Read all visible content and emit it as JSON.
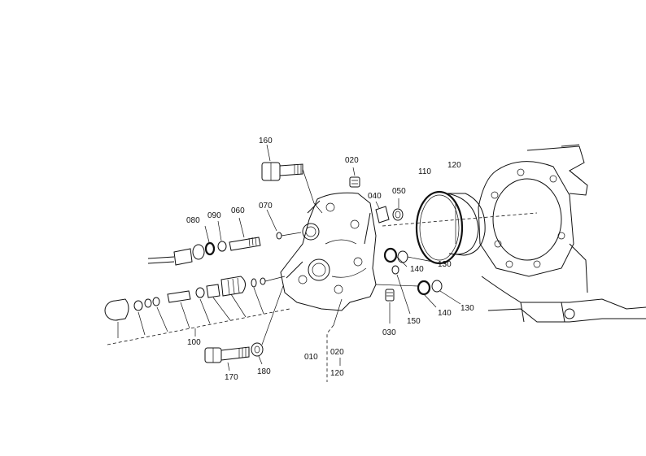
{
  "diagram": {
    "labels": {
      "p160": "160",
      "p020a": "020",
      "p040": "040",
      "p050": "050",
      "p110": "110",
      "p120a": "120",
      "p080": "080",
      "p090": "090",
      "p060": "060",
      "p070": "070",
      "p140a": "140",
      "p130a": "130",
      "p150": "150",
      "p140b": "140",
      "p130b": "130",
      "p030": "030",
      "p100": "100",
      "p170": "170",
      "p180": "180",
      "p010": "010",
      "p020b": "020",
      "p120b": "120"
    }
  }
}
